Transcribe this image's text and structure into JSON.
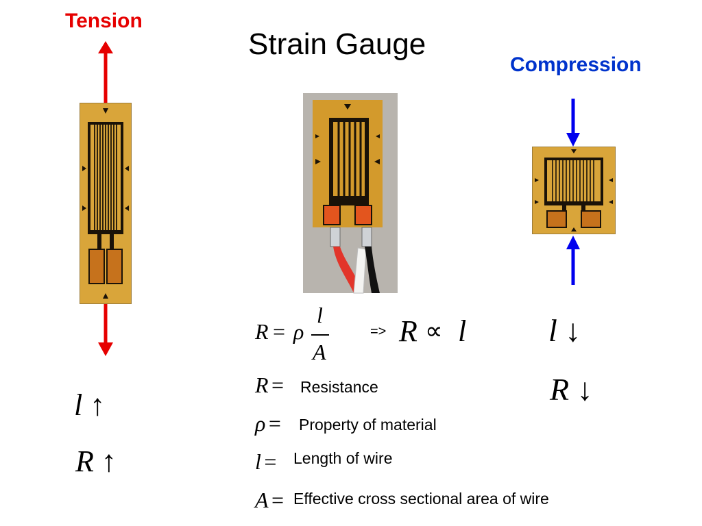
{
  "title": "Strain Gauge",
  "tension": {
    "label": "Tension",
    "arrow_color": "#e60000",
    "l_symbol": "l",
    "r_symbol": "R",
    "arrow_glyph": "↑"
  },
  "compression": {
    "label": "Compression",
    "arrow_color": "#0000ee",
    "l_symbol": "l",
    "r_symbol": "R",
    "arrow_glyph": "↓"
  },
  "formula": {
    "lhs": "R",
    "equals": "=",
    "rho": "ρ",
    "numerator": "l",
    "denominator": "A",
    "implies": "=>",
    "prop_lhs": "R",
    "prop_symbol": "∝",
    "prop_rhs": "l"
  },
  "definitions": [
    {
      "symbol": "R",
      "eq": "=",
      "text": "Resistance"
    },
    {
      "symbol": "ρ",
      "eq": "=",
      "text": "Property of material"
    },
    {
      "symbol": "l",
      "eq": "=",
      "text": "Length of wire"
    },
    {
      "symbol": "A",
      "eq": "=",
      "text": "Effective cross sectional area of wire"
    }
  ],
  "colors": {
    "gauge_backing": "#d9a53a",
    "gauge_trace": "#1a1208",
    "gauge_pad": "#c6721c",
    "photo_background": "#b8b4ae"
  }
}
